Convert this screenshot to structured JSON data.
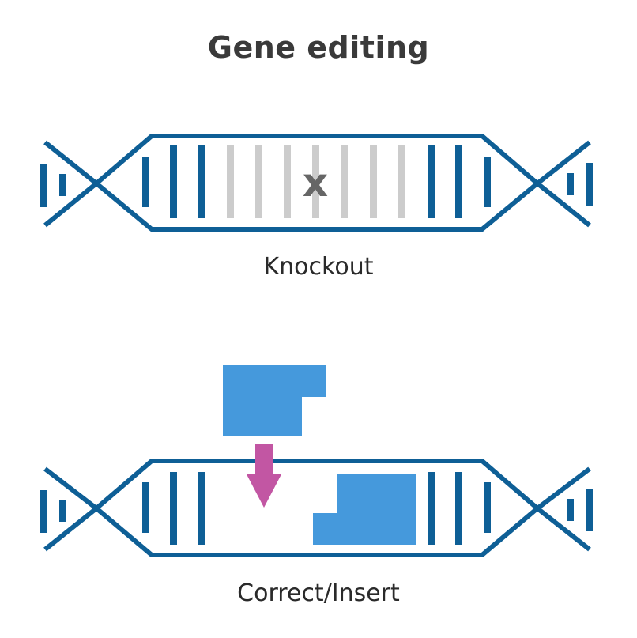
{
  "title": "Gene editing",
  "panels": {
    "knockout": {
      "label": "Knockout",
      "mark": "x"
    },
    "insert": {
      "label": "Correct/Insert"
    }
  },
  "colors": {
    "dna_blue": "#0e5f96",
    "disabled_gray": "#cccccc",
    "x_mark": "#666666",
    "insert_block": "#4599dc",
    "arrow": "#c256a3",
    "title_text": "#3a3a3a"
  },
  "icons": {
    "knockout_mark": "x-mark-icon",
    "insert_arrow": "down-arrow-icon",
    "dna_strand": "dna-helix-icon",
    "gene_block": "gene-fragment-icon"
  }
}
